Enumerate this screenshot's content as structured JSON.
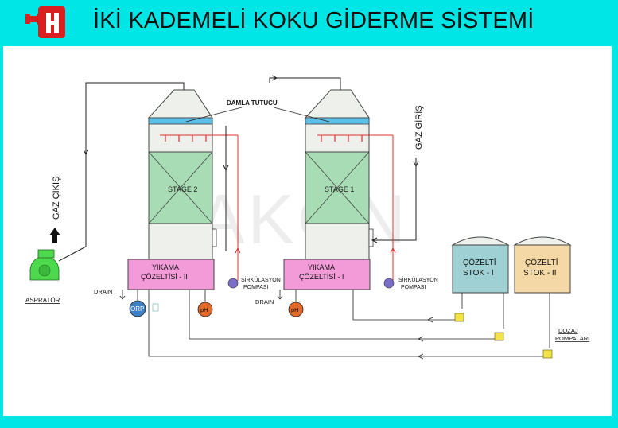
{
  "header": {
    "title": "İKİ KADEMELİ KOKU GİDERME SİSTEMİ",
    "logo_icon": "bakon-logo-icon"
  },
  "watermark": "BAKON",
  "labels": {
    "damla_tutucu": "DAMLA TUTUCU",
    "gaz_giris": "GAZ GİRİŞ",
    "gaz_cikis": "GAZ ÇIKIŞ",
    "asprator": "ASPRATÖR",
    "stage2": "STAGE 2",
    "stage1": "STAGE 1",
    "yikama2_line1": "YIKAMA",
    "yikama2_line2": "ÇÖZELTİSİ - II",
    "yikama1_line1": "YIKAMA",
    "yikama1_line2": "ÇÖZELTİSİ - I",
    "sirk2_line1": "SİRKÜLASYON",
    "sirk2_line2": "POMPASI",
    "sirk1_line1": "SİRKÜLASYON",
    "sirk1_line2": "POMPASI",
    "drain2": "DRAIN",
    "drain1": "DRAIN",
    "orp": "ORP",
    "ph2": "pH",
    "ph1": "pH",
    "stok1_line1": "ÇÖZELTİ",
    "stok1_line2": "STOK - I",
    "stok2_line1": "ÇÖZELTİ",
    "stok2_line2": "STOK - II",
    "dozaj_line1": "DOZAJ",
    "dozaj_line2": "POMPALARI"
  },
  "colors": {
    "background": "#00e5e5",
    "tower_fill": "#eef0ec",
    "packing_fill": "#a8dcb5",
    "demister": "#5bc0e8",
    "tank_pink": "#f29bd8",
    "stok1_fill": "#9fd0d4",
    "stok2_fill": "#f4d9a6",
    "fan_green": "#4cd94c",
    "ph_orange": "#e46a2c",
    "orp_blue": "#3e7fc6",
    "spray_red": "#e03030",
    "dozing_yellow": "#f2e34a"
  }
}
